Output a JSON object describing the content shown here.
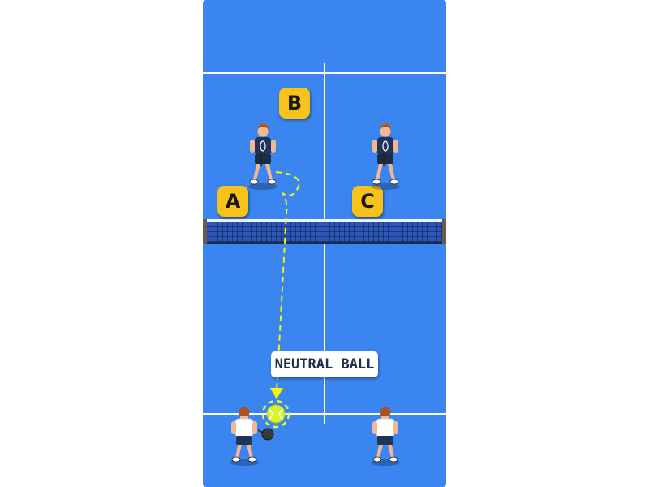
{
  "markers": [
    {
      "letter": "B"
    },
    {
      "letter": "A"
    },
    {
      "letter": "C"
    }
  ],
  "ball_label": "NEUTRAL BALL",
  "colors": {
    "court": "#3b85f0",
    "lines": "#ffffff",
    "marker_fill": "#f7c21a",
    "path": "#f5f500",
    "ball": "#d6f52a",
    "opponent_shirt": "#1f3557",
    "player_shirt": "#ffffff"
  },
  "icons": [
    "opponent-player-icon",
    "player-icon",
    "tennis-ball-icon",
    "paddle-icon",
    "net-icon"
  ]
}
